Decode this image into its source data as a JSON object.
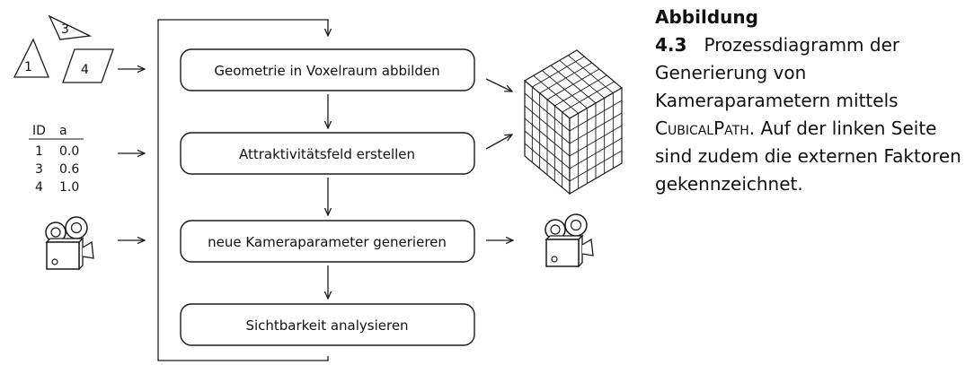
{
  "nodes": [
    {
      "id": "voxel",
      "label": "Geometrie in Voxelraum abbilden"
    },
    {
      "id": "attract",
      "label": "Attraktivitätsfeld erstellen"
    },
    {
      "id": "camgen",
      "label": "neue Kameraparameter generieren"
    },
    {
      "id": "visibility",
      "label": "Sichtbarkeit analysieren"
    }
  ],
  "inputs": {
    "shapes": {
      "triangle_a": "3",
      "triangle_b": "1",
      "parallelogram": "4"
    },
    "table": {
      "headers": [
        "ID",
        "a"
      ],
      "rows": [
        [
          "1",
          "0.0"
        ],
        [
          "3",
          "0.6"
        ],
        [
          "4",
          "1.0"
        ]
      ]
    },
    "camera_icon": "film-camera-icon"
  },
  "outputs": {
    "voxel_grid_icon": "voxel-cube-icon",
    "camera_icon": "film-camera-icon"
  },
  "caption": {
    "label": "Abbildung 4.3",
    "text_before": "Prozessdiagramm der Generierung von Kameraparametern mittels",
    "method_name": "CubicalPath",
    "text_after": ". Auf der linken Seite sind zudem die externen Faktoren gekennzeichnet."
  },
  "colors": {
    "line": "#1a1a1a",
    "text": "#111111",
    "background": "#ffffff"
  }
}
